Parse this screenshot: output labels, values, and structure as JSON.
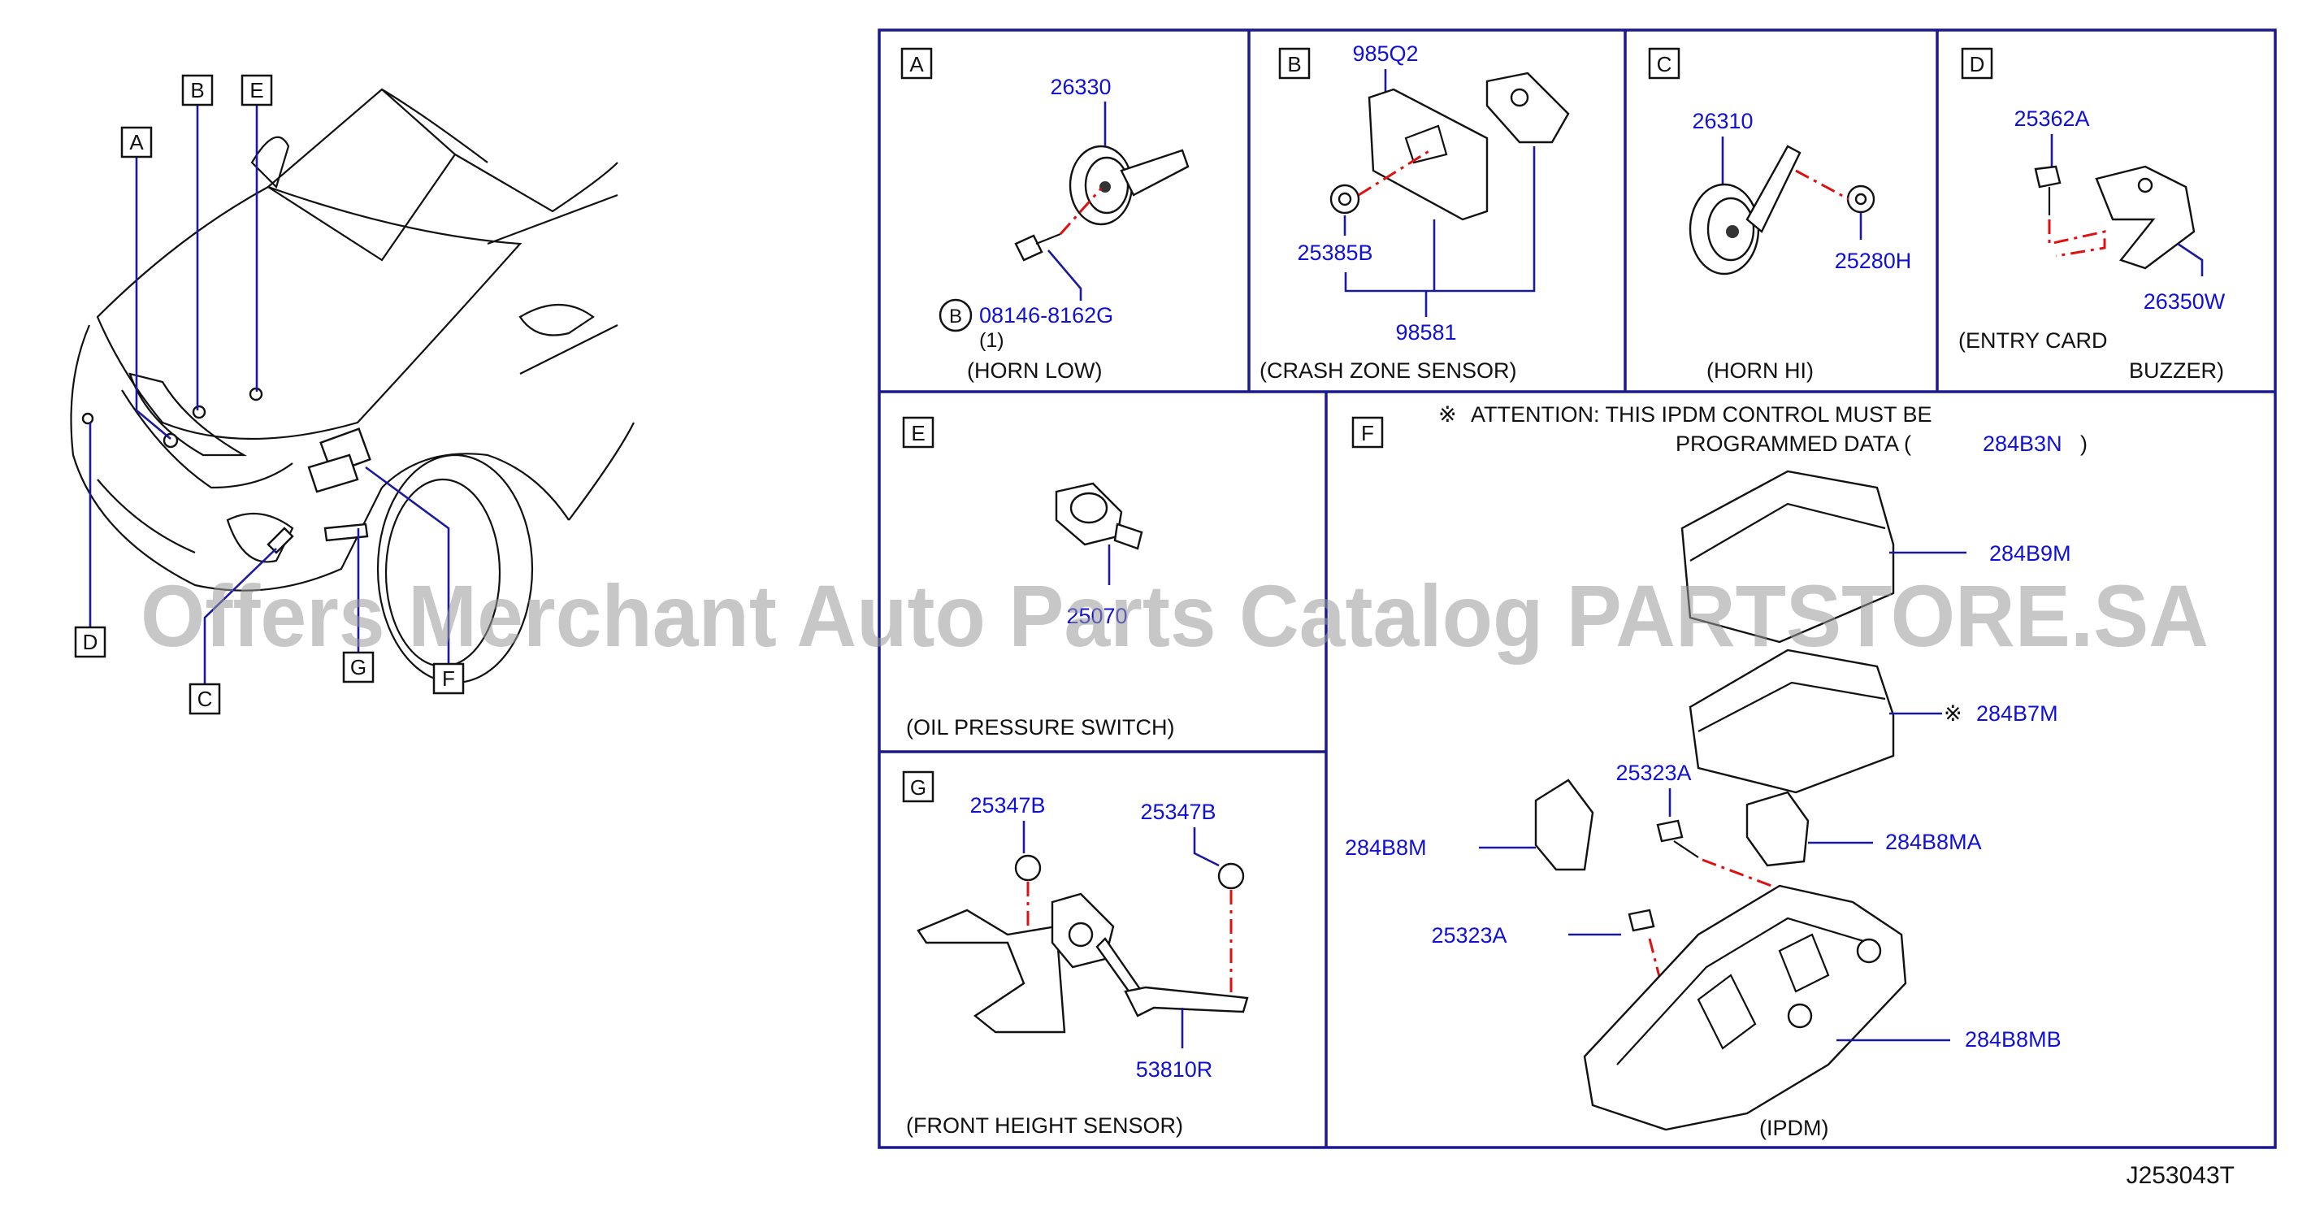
{
  "diagram_id": "J253043T",
  "watermark": "Offers Merchant Auto Parts Catalog PARTSTORE.SA",
  "overview": {
    "callouts": [
      "A",
      "B",
      "E",
      "D",
      "C",
      "G",
      "F"
    ]
  },
  "panels": {
    "A": {
      "letter": "A",
      "caption": "(HORN   LOW)",
      "parts": [
        "26330",
        "08146-8162G"
      ],
      "qty": "(1)",
      "bolt_mark": "B"
    },
    "B": {
      "letter": "B",
      "caption": "(CRASH   ZONE   SENSOR)",
      "parts": [
        "985Q2",
        "25385B",
        "98581"
      ]
    },
    "C": {
      "letter": "C",
      "caption": "(HORN   HI)",
      "parts": [
        "26310",
        "25280H"
      ]
    },
    "D": {
      "letter": "D",
      "caption_line1": "(ENTRY   CARD",
      "caption_line2": "BUZZER)",
      "parts": [
        "25362A",
        "26350W"
      ]
    },
    "E": {
      "letter": "E",
      "caption": "(OIL   PRESSURE   SWITCH)",
      "parts": [
        "25070"
      ]
    },
    "F": {
      "letter": "F",
      "attention_mark": "※",
      "attention_line1": "ATTENTION:   THIS   IPDM   CONTROL   MUST   BE",
      "attention_line2": "PROGRAMMED   DATA   (",
      "attention_code": "284B3N",
      "attention_close": ")",
      "caption": "(IPDM)",
      "parts": [
        "284B9M",
        "284B7M",
        "25323A",
        "284B8M",
        "284B8MA",
        "25323A",
        "284B8MB"
      ],
      "mark_284B7M": "※"
    },
    "G": {
      "letter": "G",
      "caption": "(FRONT   HEIGHT   SENSOR)",
      "parts": [
        "25347B",
        "25347B",
        "53810R"
      ]
    }
  },
  "colors": {
    "frame": "#1a1a8c",
    "part_number": "#1010d8",
    "leader_blue": "#1a1aa0",
    "center_line_red": "#e01010",
    "watermark": "#9a9a9a"
  }
}
